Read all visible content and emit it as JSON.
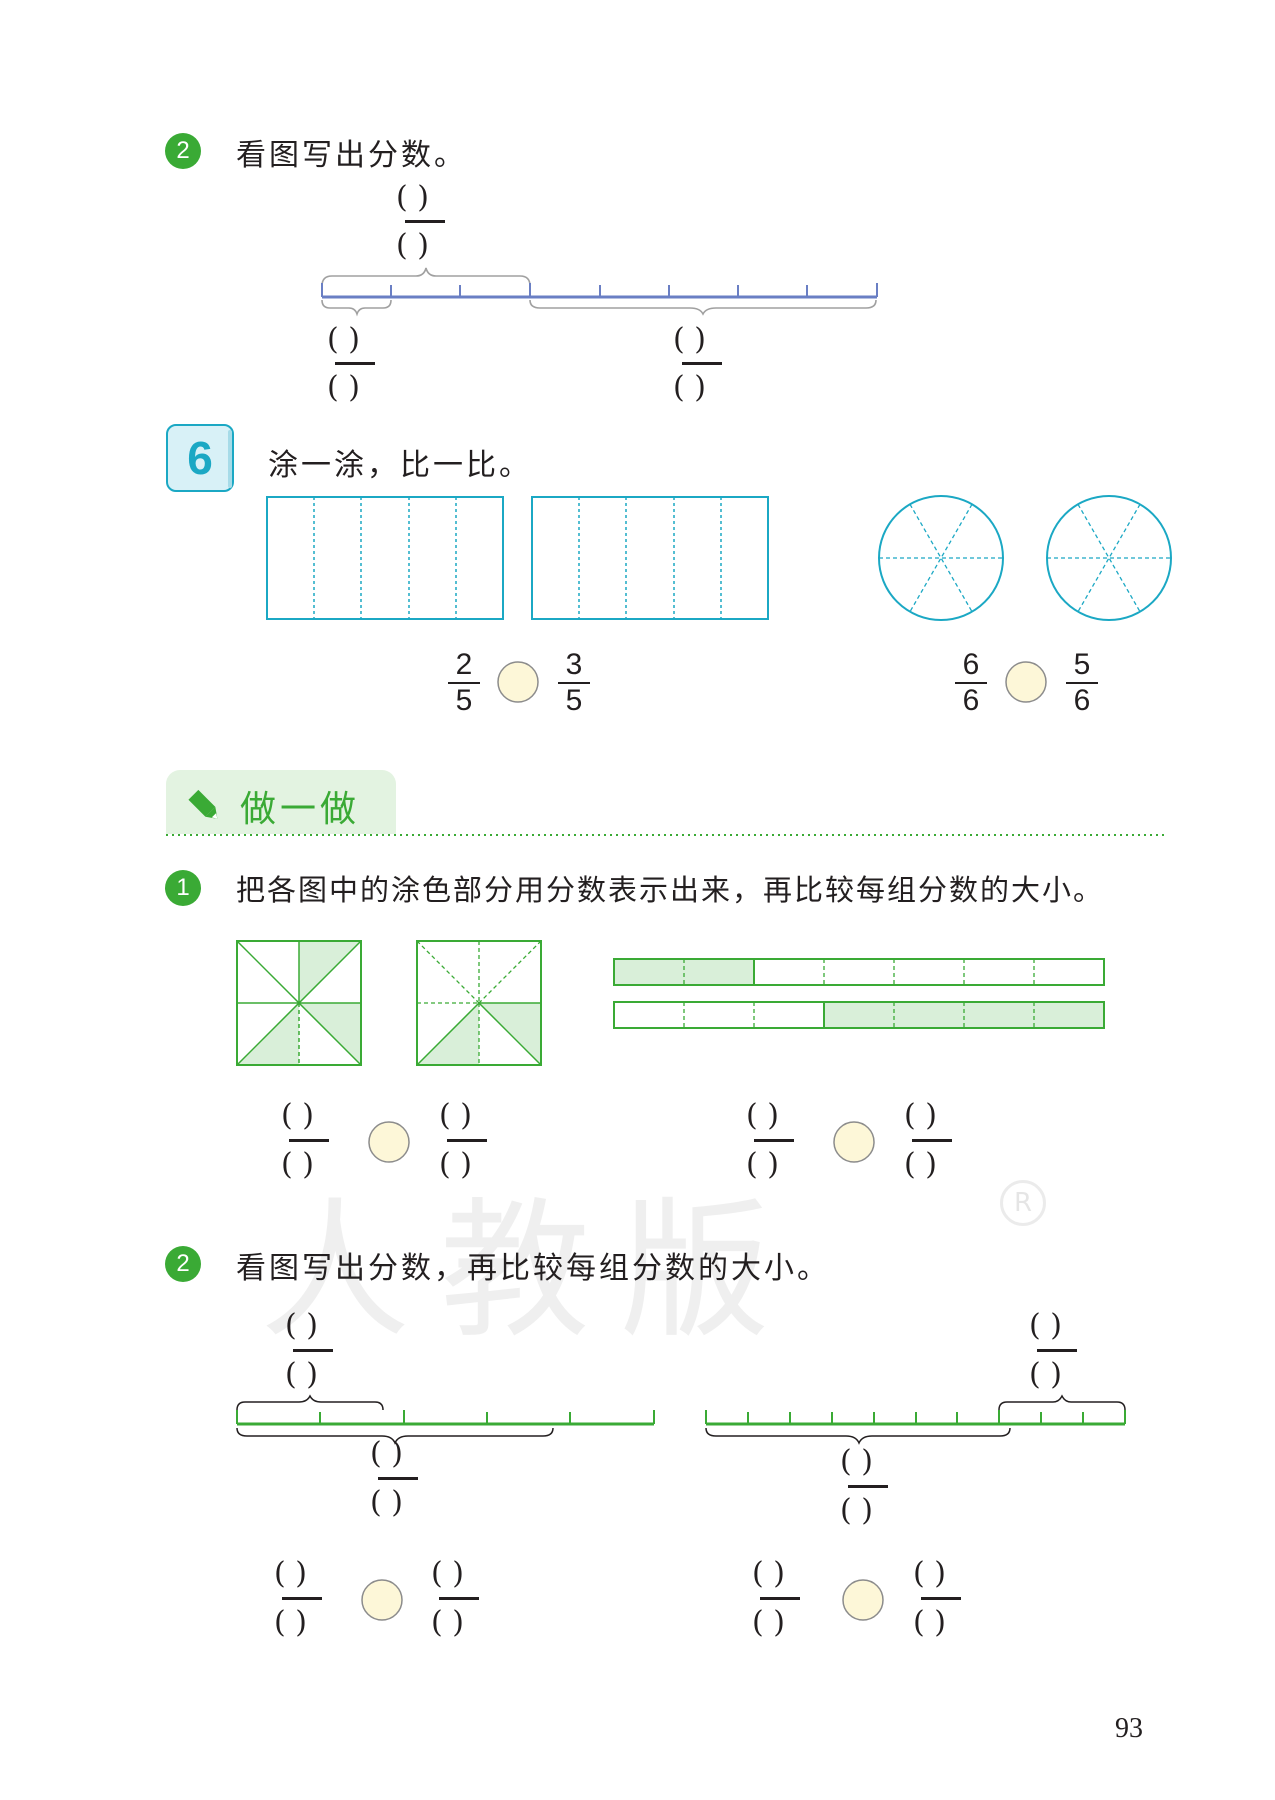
{
  "section_a": {
    "badge": "2",
    "instruction": "看图写出分数。",
    "blank_paren": "(   )"
  },
  "example6": {
    "number": "6",
    "instruction": "涂一涂，比一比。",
    "rect_pair": {
      "left_num": "2",
      "left_den": "5",
      "right_num": "3",
      "right_den": "5"
    },
    "circle_pair": {
      "left_num": "6",
      "left_den": "6",
      "right_num": "5",
      "right_den": "6"
    }
  },
  "practice": {
    "heading": "做一做",
    "q1": {
      "badge": "1",
      "instruction": "把各图中的涂色部分用分数表示出来，再比较每组分数的大小。"
    },
    "q2": {
      "badge": "2",
      "instruction": "看图写出分数，再比较每组分数的大小。"
    }
  },
  "watermark": "人教版",
  "page_number": "93",
  "colors": {
    "green": "#3aaa35",
    "teal": "#1ba8c4",
    "blue_line": "#6a7fc4",
    "fill_green": "#d9efd9",
    "compare_circle": "#fdf7d8",
    "brace_gray": "#a0a0a0"
  },
  "icons": [
    "pencil-icon",
    "compare-circle-icon"
  ]
}
